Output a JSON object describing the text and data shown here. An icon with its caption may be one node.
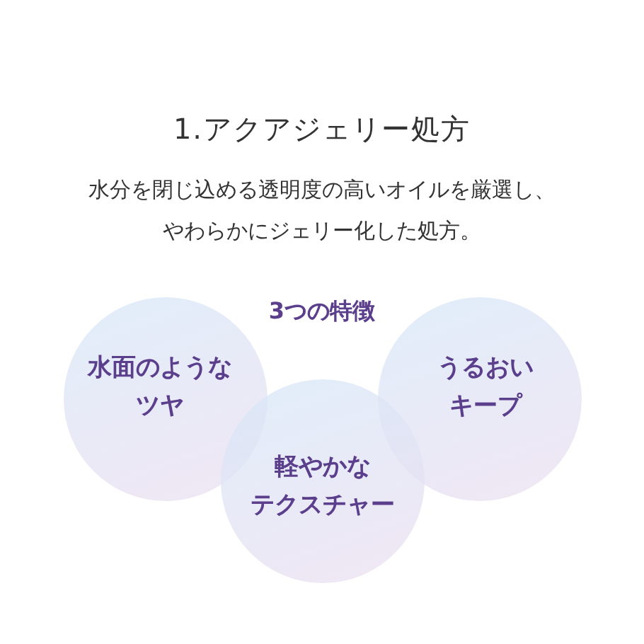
{
  "diagram": {
    "title": "1.アクアジェリー処方",
    "nodes": [
      {
        "text": [
          "水面のようなツヤ"
        ]
      },
      {
        "text": [
          "うるおいキープ"
        ]
      },
      {
        "text": [
          "軽やかなテクスチャー"
        ]
      }
    ],
    "labels": [
      "水分を閉じ込める透明度の高いオイルを厳選し、やわらかにジェリー化した処方。",
      "3つの特徴"
    ]
  }
}
